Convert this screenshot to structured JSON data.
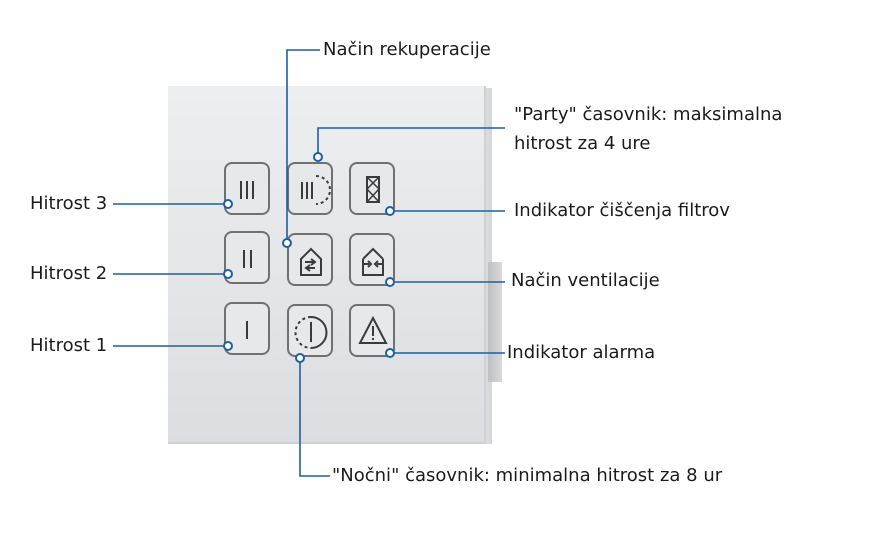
{
  "labels": {
    "speed3": "Hitrost 3",
    "speed2": "Hitrost 2",
    "speed1": "Hitrost 1",
    "recovery_mode": "Način rekuperacije",
    "party_timer_line1": "\"Party\" časovnik: maksimalna",
    "party_timer_line2": "hitrost za 4 ure",
    "filter_indicator": "Indikator čiščenja filtrov",
    "ventilation_mode": "Način ventilacije",
    "alarm_indicator": "Indikator alarma",
    "night_timer": "\"Nočni\" časovnik: minimalna hitrost za 8 ur"
  },
  "colors": {
    "leader_line": "#1f5fa0",
    "panel": "#e6e8ea",
    "button_outline": "#6f7072"
  },
  "buttons": [
    {
      "icon": "speed-3-icon"
    },
    {
      "icon": "party-timer-icon"
    },
    {
      "icon": "filter-icon"
    },
    {
      "icon": "speed-2-icon"
    },
    {
      "icon": "recovery-mode-icon"
    },
    {
      "icon": "ventilation-mode-icon"
    },
    {
      "icon": "speed-1-icon"
    },
    {
      "icon": "night-timer-icon"
    },
    {
      "icon": "alarm-icon"
    }
  ]
}
